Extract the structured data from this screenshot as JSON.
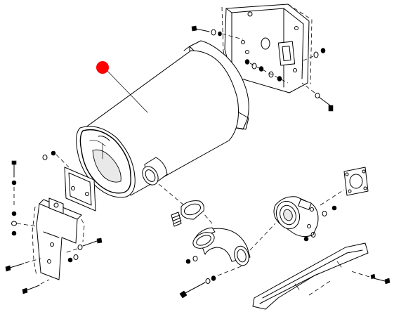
{
  "diagram": {
    "callout_marker_color": "#ff0000",
    "line_color": "#000000",
    "background_color": "#ffffff",
    "parts": [
      "muffler-body",
      "mounting-bracket-top-right",
      "mounting-bracket-left",
      "exhaust-outlet-elbow",
      "exhaust-inlet-flange",
      "heat-shield",
      "clamp",
      "gasket",
      "hex-bolt",
      "nut",
      "washer"
    ]
  }
}
